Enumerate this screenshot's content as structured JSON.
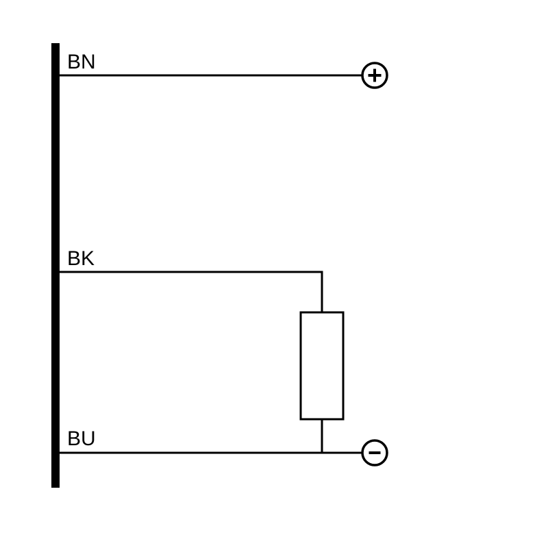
{
  "diagram": {
    "type": "sensor-wiring-connection-diagram",
    "wires": [
      {
        "label": "BN",
        "terminal": "positive"
      },
      {
        "label": "BK",
        "terminal": "load"
      },
      {
        "label": "BU",
        "terminal": "negative"
      }
    ],
    "icons": {
      "positive_terminal": "plus-icon",
      "negative_terminal": "minus-icon"
    },
    "components": {
      "load": "load-resistor"
    },
    "colors": {
      "line": "#000000",
      "background": "#ffffff"
    }
  }
}
